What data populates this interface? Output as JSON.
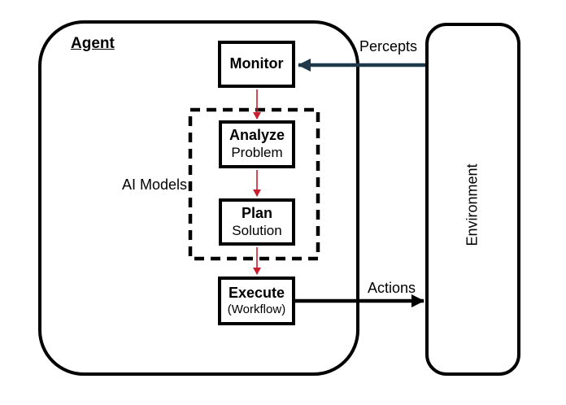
{
  "agent": {
    "label": "Agent"
  },
  "environment": {
    "label": "Environment"
  },
  "ai_models": {
    "label": "AI Models"
  },
  "nodes": {
    "monitor": {
      "title": "Monitor"
    },
    "analyze": {
      "title": "Analyze",
      "subtitle": "Problem"
    },
    "plan": {
      "title": "Plan",
      "subtitle": "Solution"
    },
    "execute": {
      "title": "Execute",
      "subtitle": "(Workflow)"
    }
  },
  "arrows": {
    "percepts_label": "Percepts",
    "actions_label": "Actions"
  },
  "colors": {
    "percepts_arrow": "#203A4C",
    "actions_arrow": "#000000",
    "flow_arrow": "#C81E2D",
    "border": "#000000",
    "background": "#FFFFFF"
  }
}
